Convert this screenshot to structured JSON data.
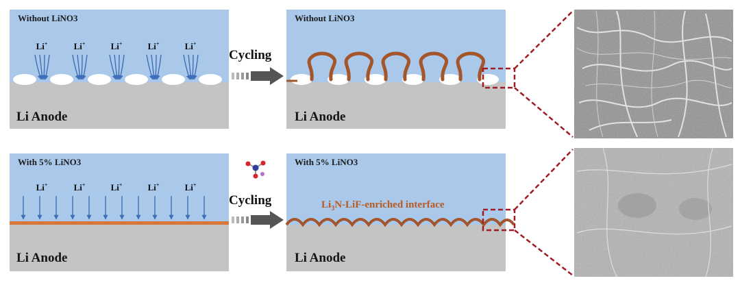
{
  "panels": {
    "top_left_title": "Without LiNO3",
    "top_right_title": "Without LiNO3",
    "bottom_left_title": "With 5% LiNO3",
    "bottom_right_title": "With 5% LiNO3"
  },
  "anode_label": "Li Anode",
  "ion_label": "Li",
  "ion_charge": "+",
  "arrow_label": "Cycling",
  "interface_label": {
    "prefix": "Li",
    "subscript": "3",
    "suffix": "N-LiF-enriched interface"
  },
  "colors": {
    "electrolyte": "#a9c8ea",
    "anode": "#c4c4c4",
    "sei_dendrite": "#a4552a",
    "interface_layer": "#d9773a",
    "ion_arrow": "#3f6fb6",
    "zoom_box": "#a01c24",
    "process_arrow": "#555555"
  },
  "icons": {
    "molecule": "lino3-molecule-icon",
    "sem_top": "sem-image-rough-surface",
    "sem_bottom": "sem-image-smooth-surface"
  }
}
